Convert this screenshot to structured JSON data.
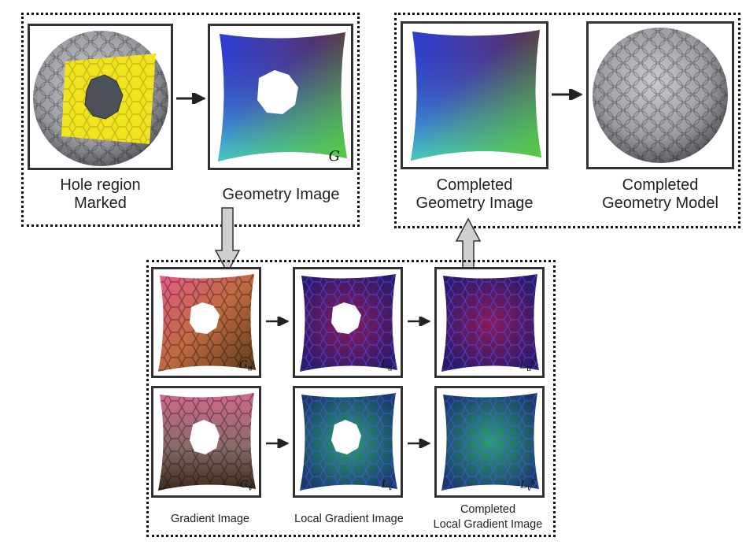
{
  "top_left": {
    "hole_caption_line1": "Hole region",
    "hole_caption_line2": "Marked",
    "geometry_caption": "Geometry Image",
    "geometry_tag": "G"
  },
  "top_right": {
    "completed_gi_line1": "Completed",
    "completed_gi_line2": "Geometry Image",
    "completed_model_line1": "Completed",
    "completed_model_line2": "Geometry Model"
  },
  "bottom": {
    "gu_main": "G",
    "gu_sub": "u",
    "lu_main": "L",
    "lu_sub": "u",
    "luc_main": "L",
    "luc_sub": "u",
    "luc_sup": "c",
    "gv_main": "G",
    "gv_sub": "v",
    "lv_main": "L",
    "lv_sub": "v",
    "lvc_main": "L",
    "lvc_sub": "v",
    "lvc_sup": "c",
    "gradient_caption": "Gradient Image",
    "local_gradient_caption": "Local Gradient Image",
    "completed_lg_line1": "Completed",
    "completed_lg_line2": "Local Gradient Image"
  },
  "colors": {
    "frame": "#333333",
    "arrow": "#222222",
    "big_arrow_fill": "#cfcfcf",
    "hole_marker": "#f2e320"
  }
}
